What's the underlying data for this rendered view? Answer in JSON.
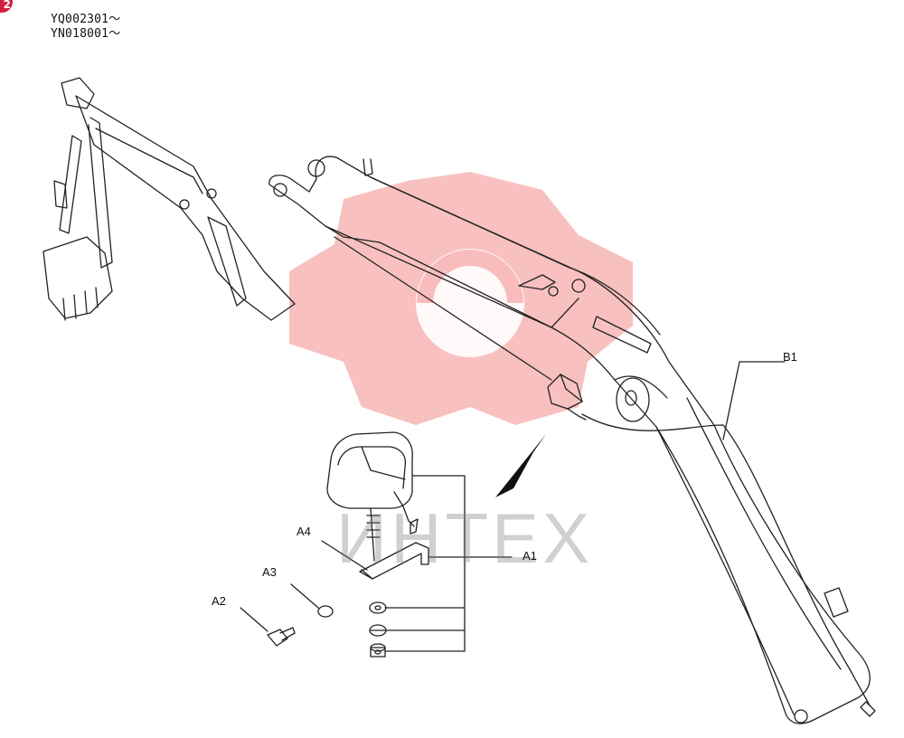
{
  "header": {
    "badge": "2",
    "serial_1": "YQ002301～",
    "serial_2": "YN018001～"
  },
  "watermark": {
    "text": "ИНТЕХ",
    "color": "#f06a6a"
  },
  "callouts": {
    "b1": "B1",
    "a1": "A1",
    "a2": "A2",
    "a3": "A3",
    "a4": "A4"
  }
}
